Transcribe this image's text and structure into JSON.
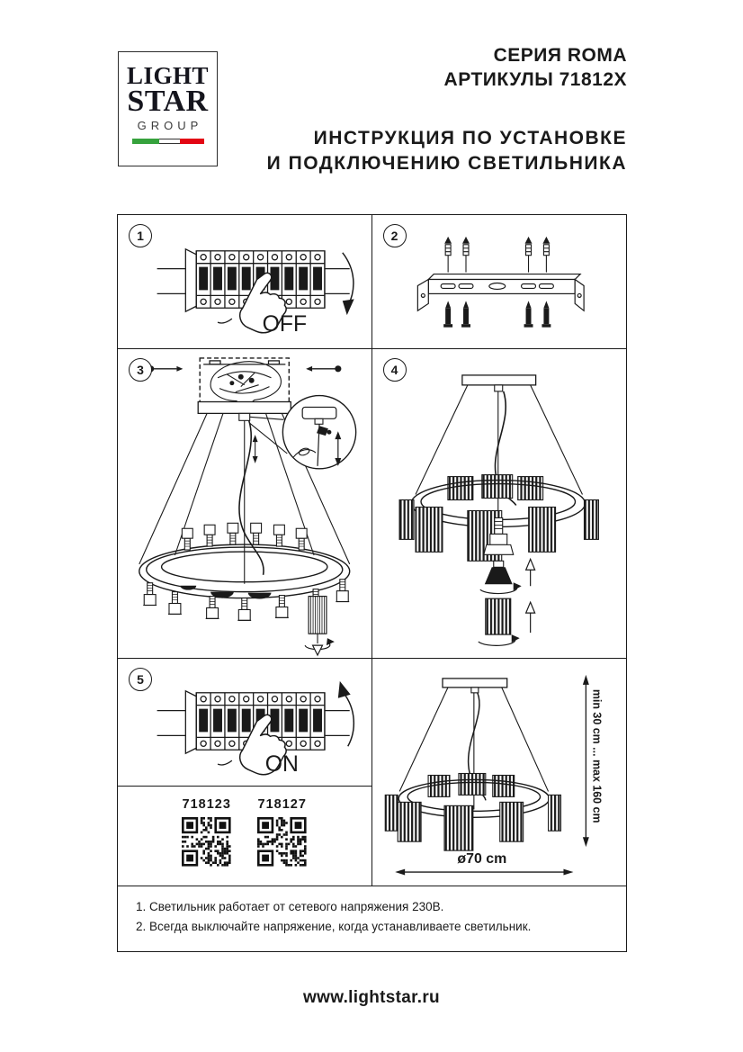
{
  "header": {
    "logo": {
      "line1": "LIGHT",
      "line2": "STAR",
      "line3": "GROUP"
    },
    "series": "СЕРИЯ ROMA",
    "articles": "АРТИКУЛЫ 71812X",
    "title_line1": "ИНСТРУКЦИЯ ПО УСТАНОВКЕ",
    "title_line2": "И ПОДКЛЮЧЕНИЮ СВЕТИЛЬНИКА"
  },
  "colors": {
    "flag_green": "#36a23d",
    "flag_red": "#e30613",
    "ink": "#1a1a1a"
  },
  "panels": {
    "step1": {
      "number": "1",
      "label": "OFF"
    },
    "step2": {
      "number": "2"
    },
    "step3": {
      "number": "3"
    },
    "step4": {
      "number": "4"
    },
    "step5": {
      "number": "5",
      "label": "ON"
    },
    "step6": {
      "dimension_height": "min 30 cm ... max 160 cm",
      "dimension_diameter": "ø70 cm"
    }
  },
  "qr_codes": [
    {
      "label": "718123"
    },
    {
      "label": "718127"
    }
  ],
  "notes": [
    "1. Светильник работает от сетевого напряжения 230В.",
    "2. Всегда выключайте напряжение, когда устанавливаете светильник."
  ],
  "footer": {
    "website": "www.lightstar.ru"
  }
}
